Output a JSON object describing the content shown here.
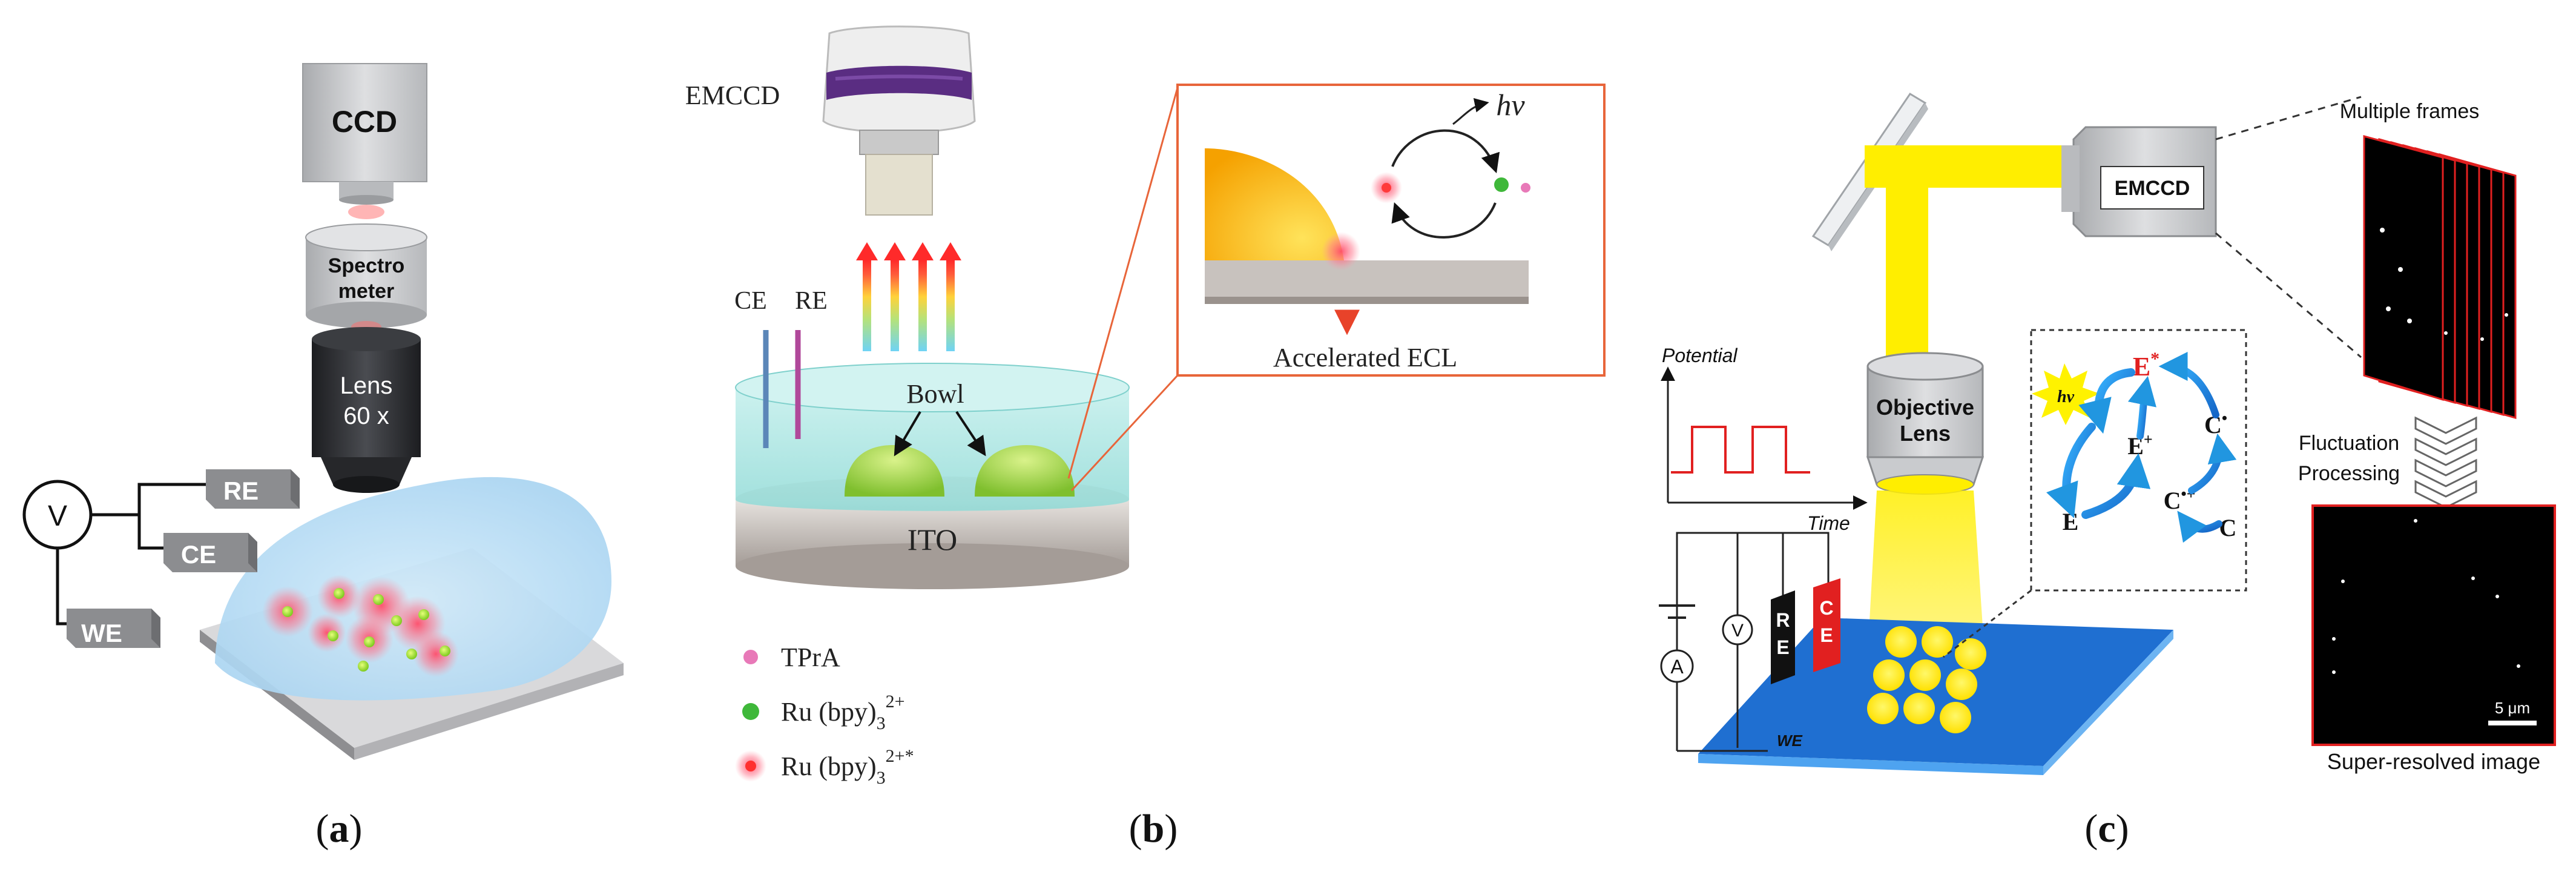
{
  "panels": {
    "a": {
      "caption_open": "(",
      "caption_letter": "a",
      "caption_close": ")",
      "ccd": "CCD",
      "spectrometer_line1": "Spectro",
      "spectrometer_line2": "meter",
      "lens_line1": "Lens",
      "lens_line2": "60 x",
      "voltmeter": "V",
      "re": "RE",
      "ce": "CE",
      "we": "WE"
    },
    "b": {
      "caption_open": "(",
      "caption_letter": "b",
      "caption_close": ")",
      "emccd": "EMCCD",
      "ce": "CE",
      "re": "RE",
      "bowl": "Bowl",
      "ito": "ITO",
      "hv": "hν",
      "accelerated": "Accelerated ECL",
      "legend": [
        {
          "label": "TPrA",
          "sup": "",
          "color": "#e879b8"
        },
        {
          "label": "Ru (bpy)",
          "sub": "3",
          "sup": "2+",
          "color": "#3fb83a"
        },
        {
          "label": "Ru (bpy)",
          "sub": "3",
          "sup": "2+*",
          "color": "#ff3030"
        }
      ]
    },
    "c": {
      "caption_open": "(",
      "caption_letter": "c",
      "caption_close": ")",
      "emccd": "EMCCD",
      "multiple_frames": "Multiple frames",
      "fluctuation_line1": "Fluctuation",
      "fluctuation_line2": "Processing",
      "scalebar": "5 μm",
      "super_resolved": "Super-resolved image",
      "potential": "Potential",
      "time": "Time",
      "objective_line1": "Objective",
      "objective_line2": "Lens",
      "voltmeter": "V",
      "ammeter": "A",
      "re_r": "R",
      "re_e": "E",
      "ce_c": "C",
      "ce_e": "E",
      "we": "WE",
      "hv": "hν",
      "e_star": "E",
      "e_star_sup": "*",
      "e_plus": "E",
      "e_plus_sup": "+",
      "c_rad": "C",
      "c_rad_sup": "•",
      "c_radplus": "C",
      "c_radplus_sup": "•+",
      "e_plain": "E",
      "c_plain": "C"
    }
  },
  "colors": {
    "ccd_gray": "#c9cacc",
    "lens_black": "#2a2b2e",
    "dome_blue": "#bfe0f5",
    "solution_teal": "#a8e3e0",
    "yellow_beam": "#ffee00",
    "substrate_blue": "#1f6fd1",
    "arrow_blue": "#2196e0",
    "red_accent": "#e12020"
  }
}
